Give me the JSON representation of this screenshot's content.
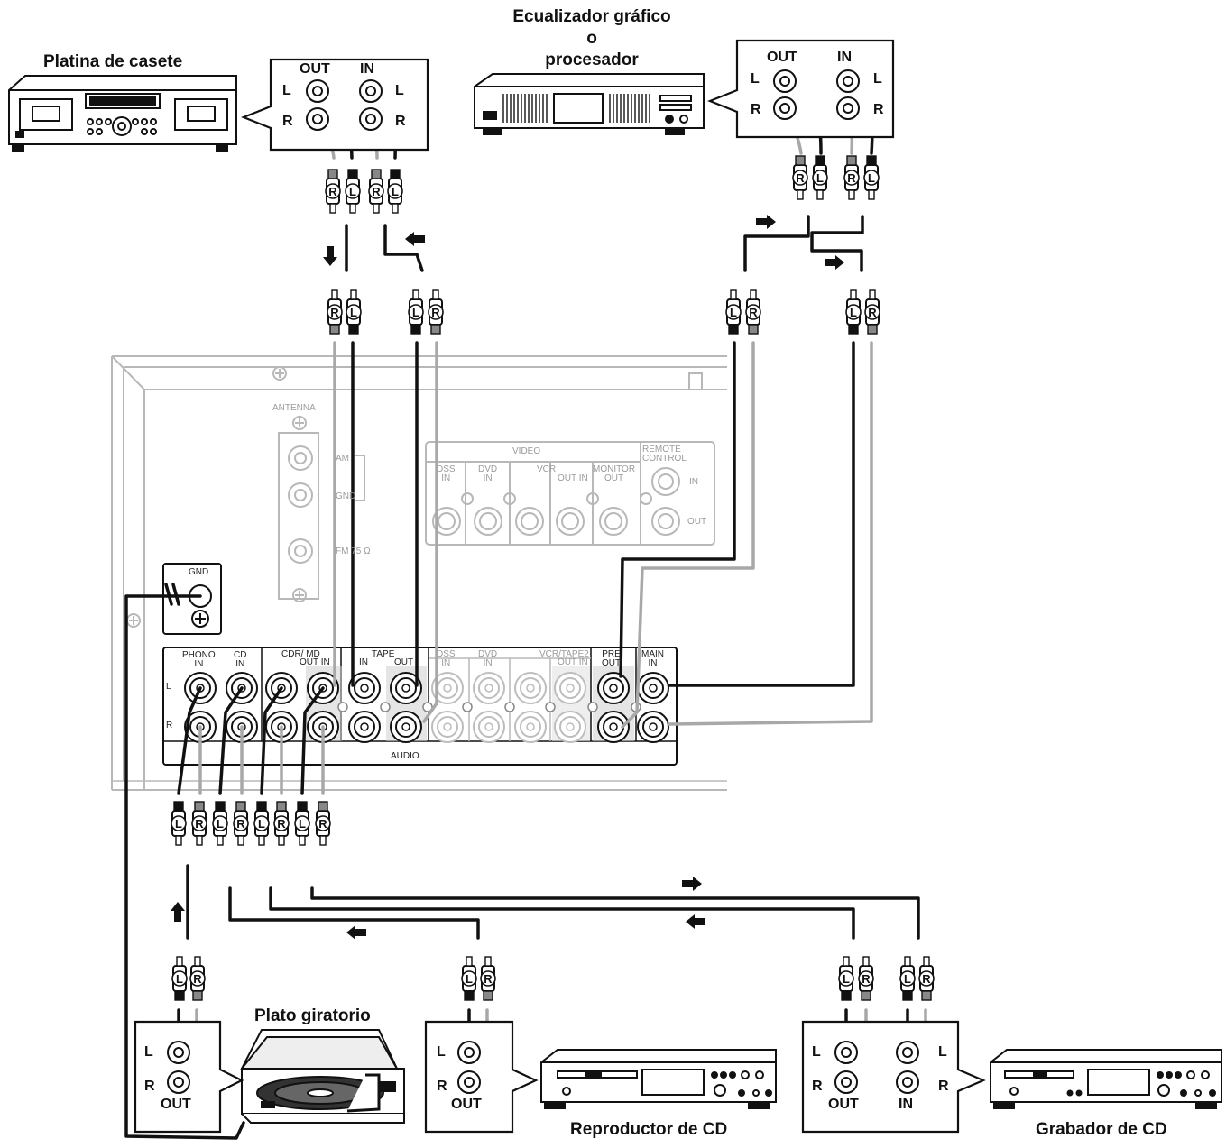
{
  "devices": {
    "cassette": {
      "title": "Platina de casete"
    },
    "equalizer": {
      "title_line1": "Ecualizador gráfico",
      "title_line2": "o",
      "title_line3": "procesador"
    },
    "turntable": {
      "title": "Plato giratorio"
    },
    "cd_player": {
      "title": "Reproductor de CD"
    },
    "cd_recorder": {
      "title": "Grabador de CD"
    }
  },
  "jack_labels": {
    "out": "OUT",
    "in": "IN",
    "l": "L",
    "r": "R"
  },
  "plug_labels": {
    "l": "L",
    "r": "R"
  },
  "receiver_panel": {
    "antenna": "ANTENNA",
    "am": "AM",
    "gnd_ant": "GND",
    "fm": "FM 75 Ω",
    "video": "VIDEO",
    "dss_in": "DSS\nIN",
    "dvd_in": "DVD\nIN",
    "vcr": "VCR",
    "vcr_out_in": "OUT IN",
    "monitor_out": "MONITOR\nOUT",
    "remote": "REMOTE\nCONTROL",
    "remote_in": "IN",
    "remote_out": "OUT",
    "gnd": "GND",
    "phono_in": "PHONO\nIN",
    "cd_in": "CD\nIN",
    "cdr_md": "CDR/ MD",
    "cdr_out_in": "OUT IN",
    "tape": "TAPE",
    "tape_in": "IN",
    "tape_out": "OUT",
    "audio_dss_in": "DSS\nIN",
    "audio_dvd_in": "DVD\nIN",
    "vcr_tape2": "VCR/TAPE2",
    "vcr_tape2_out_in": "OUT IN",
    "pre_out": "PRE\nOUT",
    "main_in": "MAIN\nIN",
    "audio": "AUDIO",
    "l": "L",
    "r": "R"
  },
  "colors": {
    "black_cable": "#111111",
    "gray_cable": "#a8a8a8",
    "panel_line": "#b8b8b8",
    "text": "#111111"
  }
}
